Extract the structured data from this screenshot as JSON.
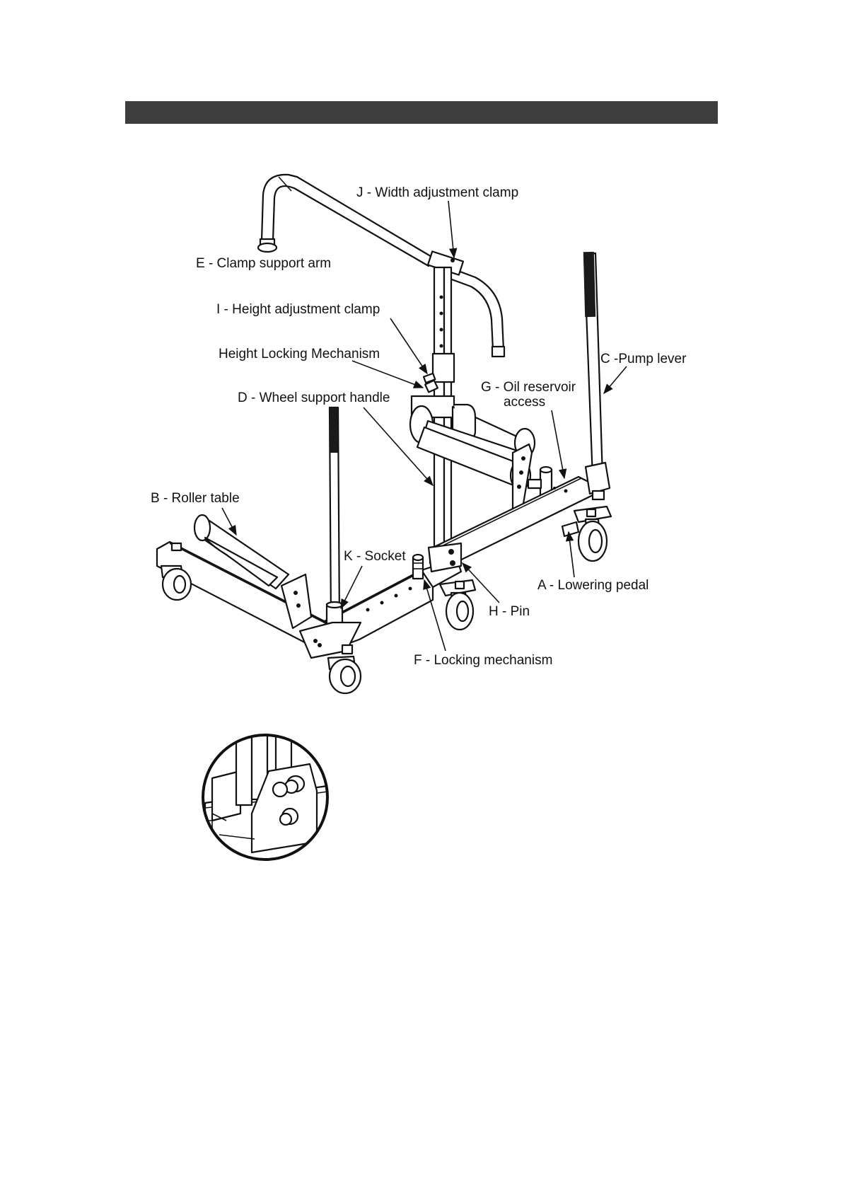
{
  "labels": {
    "width_adjustment_clamp": "J - Width adjustment clamp",
    "clamp_support_arm": "E - Clamp support arm",
    "height_adjustment_clamp": "I - Height adjustment clamp",
    "height_locking_mechanism": "Height Locking Mechanism",
    "pump_lever": "C -Pump lever",
    "oil_reservoir_line1": "G - Oil reservoir",
    "oil_reservoir_line2": "access",
    "wheel_support_handle": "D - Wheel support handle",
    "roller_table": "B - Roller table",
    "socket": "K - Socket",
    "lowering_pedal": "A - Lowering pedal",
    "pin": "H - Pin",
    "locking_mechanism": "F - Locking mechanism"
  },
  "colors": {
    "header_bar": "#3d3d3d",
    "line": "#111111"
  }
}
